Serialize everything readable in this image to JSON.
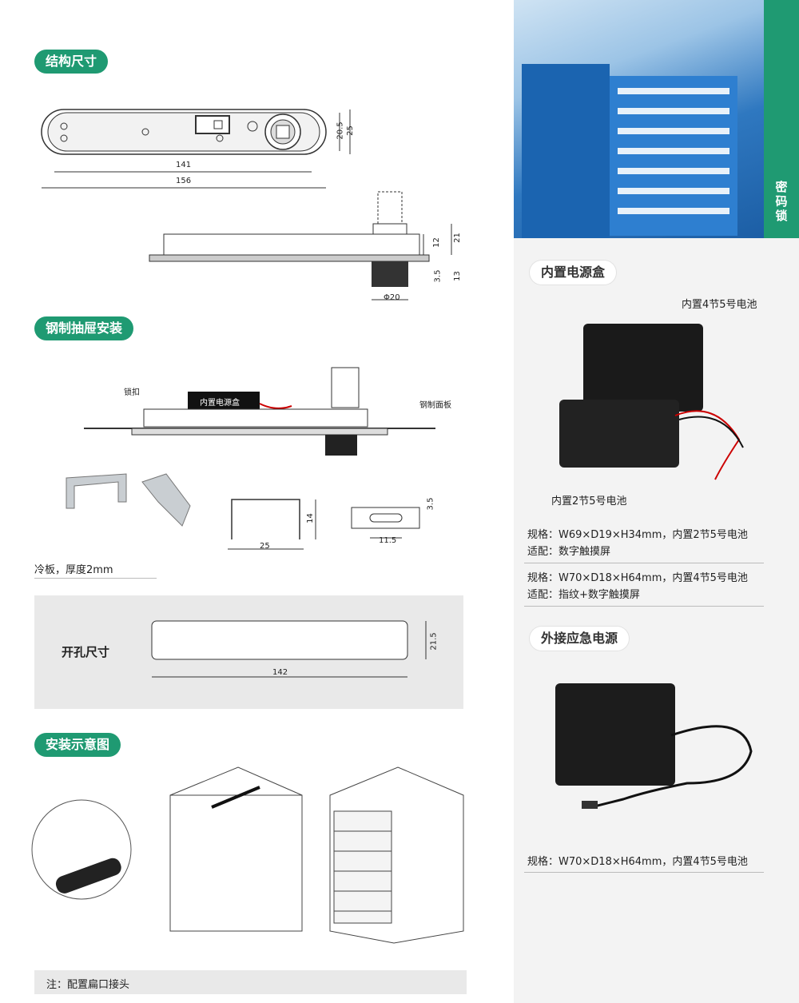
{
  "sections": {
    "structure": "结构尺寸",
    "steel_drawer": "钢制抽屉安装",
    "cutout": "开孔尺寸",
    "install": "安装示意图"
  },
  "structure_dims": {
    "d141": "141",
    "d156": "156",
    "d20_5": "20.5",
    "d25": "25",
    "d12": "12",
    "d21": "21",
    "d3_5": "3.5",
    "d13": "13",
    "d20": "Φ20"
  },
  "drawer_install": {
    "lock_clip": "锁扣",
    "power_box": "内置电源盒",
    "steel_panel": "钢制面板",
    "d14": "14",
    "d25": "25",
    "d3_5": "3.5",
    "d11_5": "11.5",
    "material": "冷板，厚度2mm"
  },
  "cutout_dims": {
    "d142": "142",
    "d21_5": "21.5"
  },
  "install_note": "注：配置扁口接头",
  "side_tab": "密码锁",
  "internal_power": {
    "title": "内置电源盒",
    "label_4": "内置4节5号电池",
    "label_2": "内置2节5号电池",
    "spec1_line1": "规格：W69×D19×H34mm，内置2节5号电池",
    "spec1_line2": "适配：数字触摸屏",
    "spec2_line1": "规格：W70×D18×H64mm，内置4节5号电池",
    "spec2_line2": "适配：指纹+数字触摸屏"
  },
  "external_power": {
    "title": "外接应急电源",
    "spec": "规格：W70×D18×H64mm，内置4节5号电池"
  },
  "colors": {
    "accent": "#1f9a72",
    "panel": "#e9e9e9"
  }
}
